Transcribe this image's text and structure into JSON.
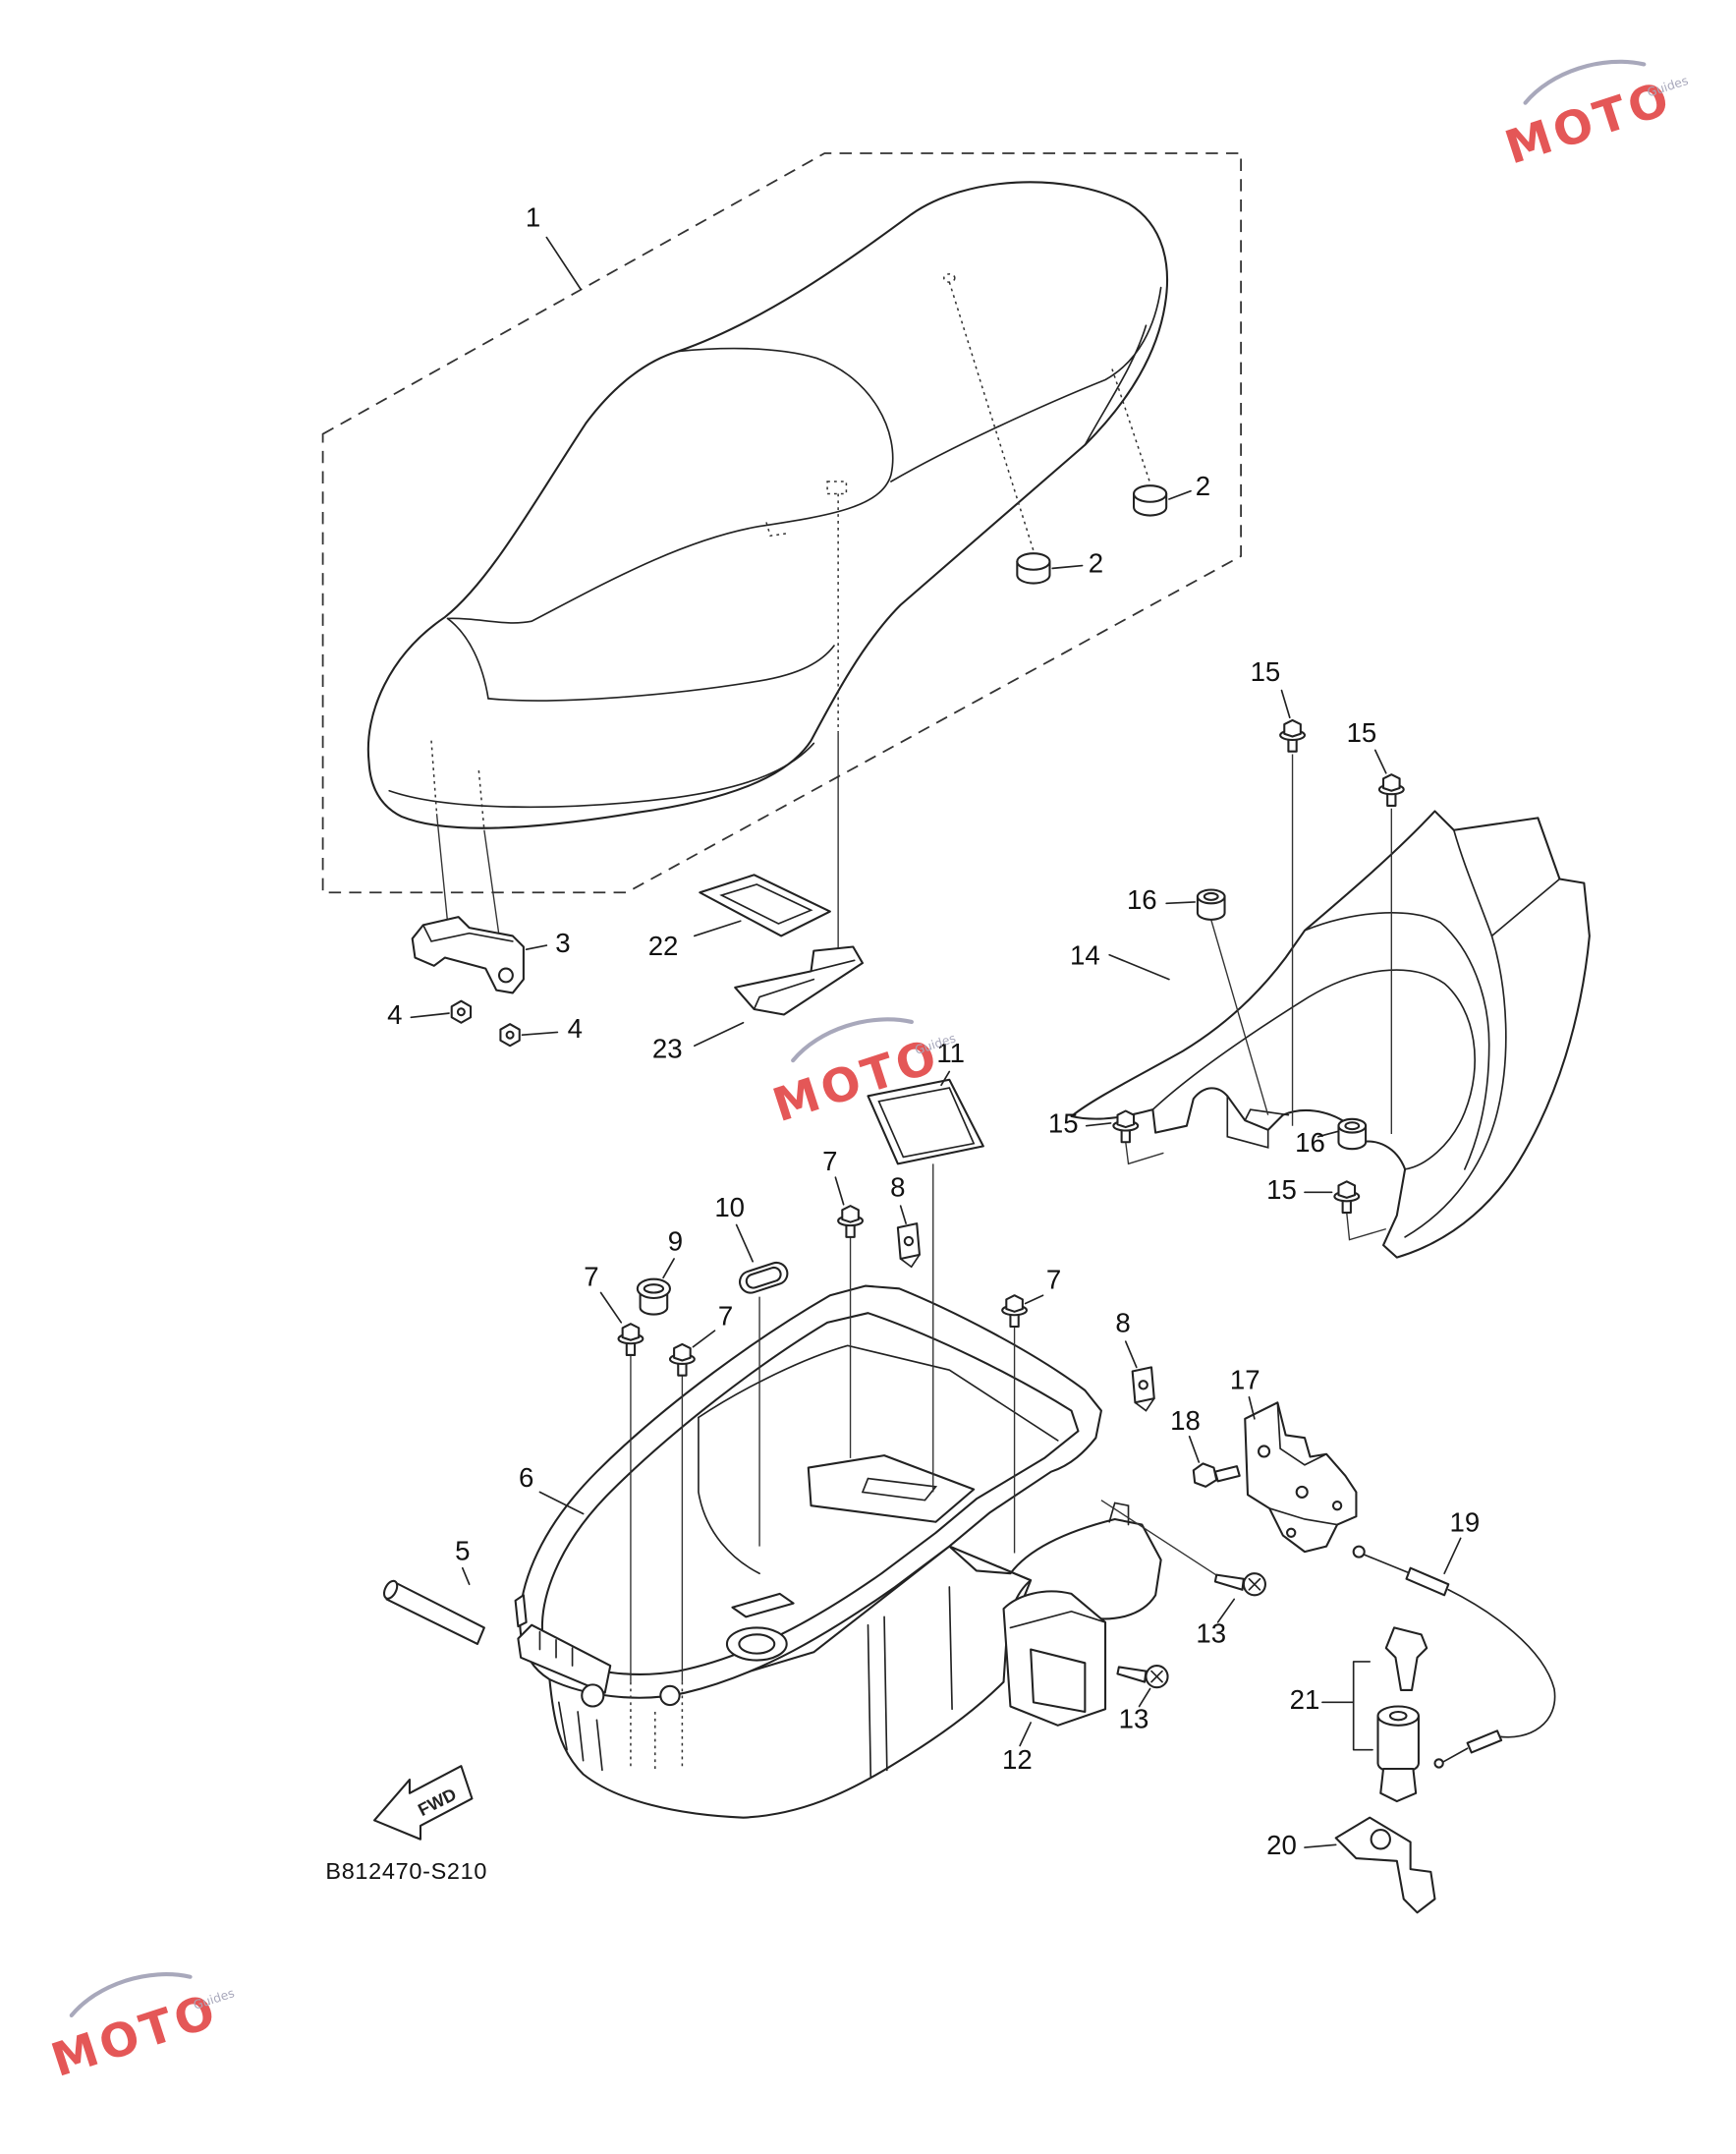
{
  "diagram": {
    "reference_code": "B812470-S210",
    "direction_label": "FWD",
    "callouts": [
      "1",
      "2",
      "2",
      "3",
      "4",
      "4",
      "22",
      "23",
      "15",
      "15",
      "16",
      "14",
      "15",
      "16",
      "15",
      "11",
      "7",
      "8",
      "10",
      "9",
      "7",
      "7",
      "7",
      "8",
      "17",
      "18",
      "6",
      "19",
      "5",
      "13",
      "13",
      "21",
      "12",
      "20"
    ]
  },
  "watermark": {
    "brand": "MOTO",
    "tagline": "Guides"
  },
  "colors": {
    "line": "#222222",
    "watermark_red": "#e03a3a",
    "watermark_gray": "#9a9ab0"
  }
}
